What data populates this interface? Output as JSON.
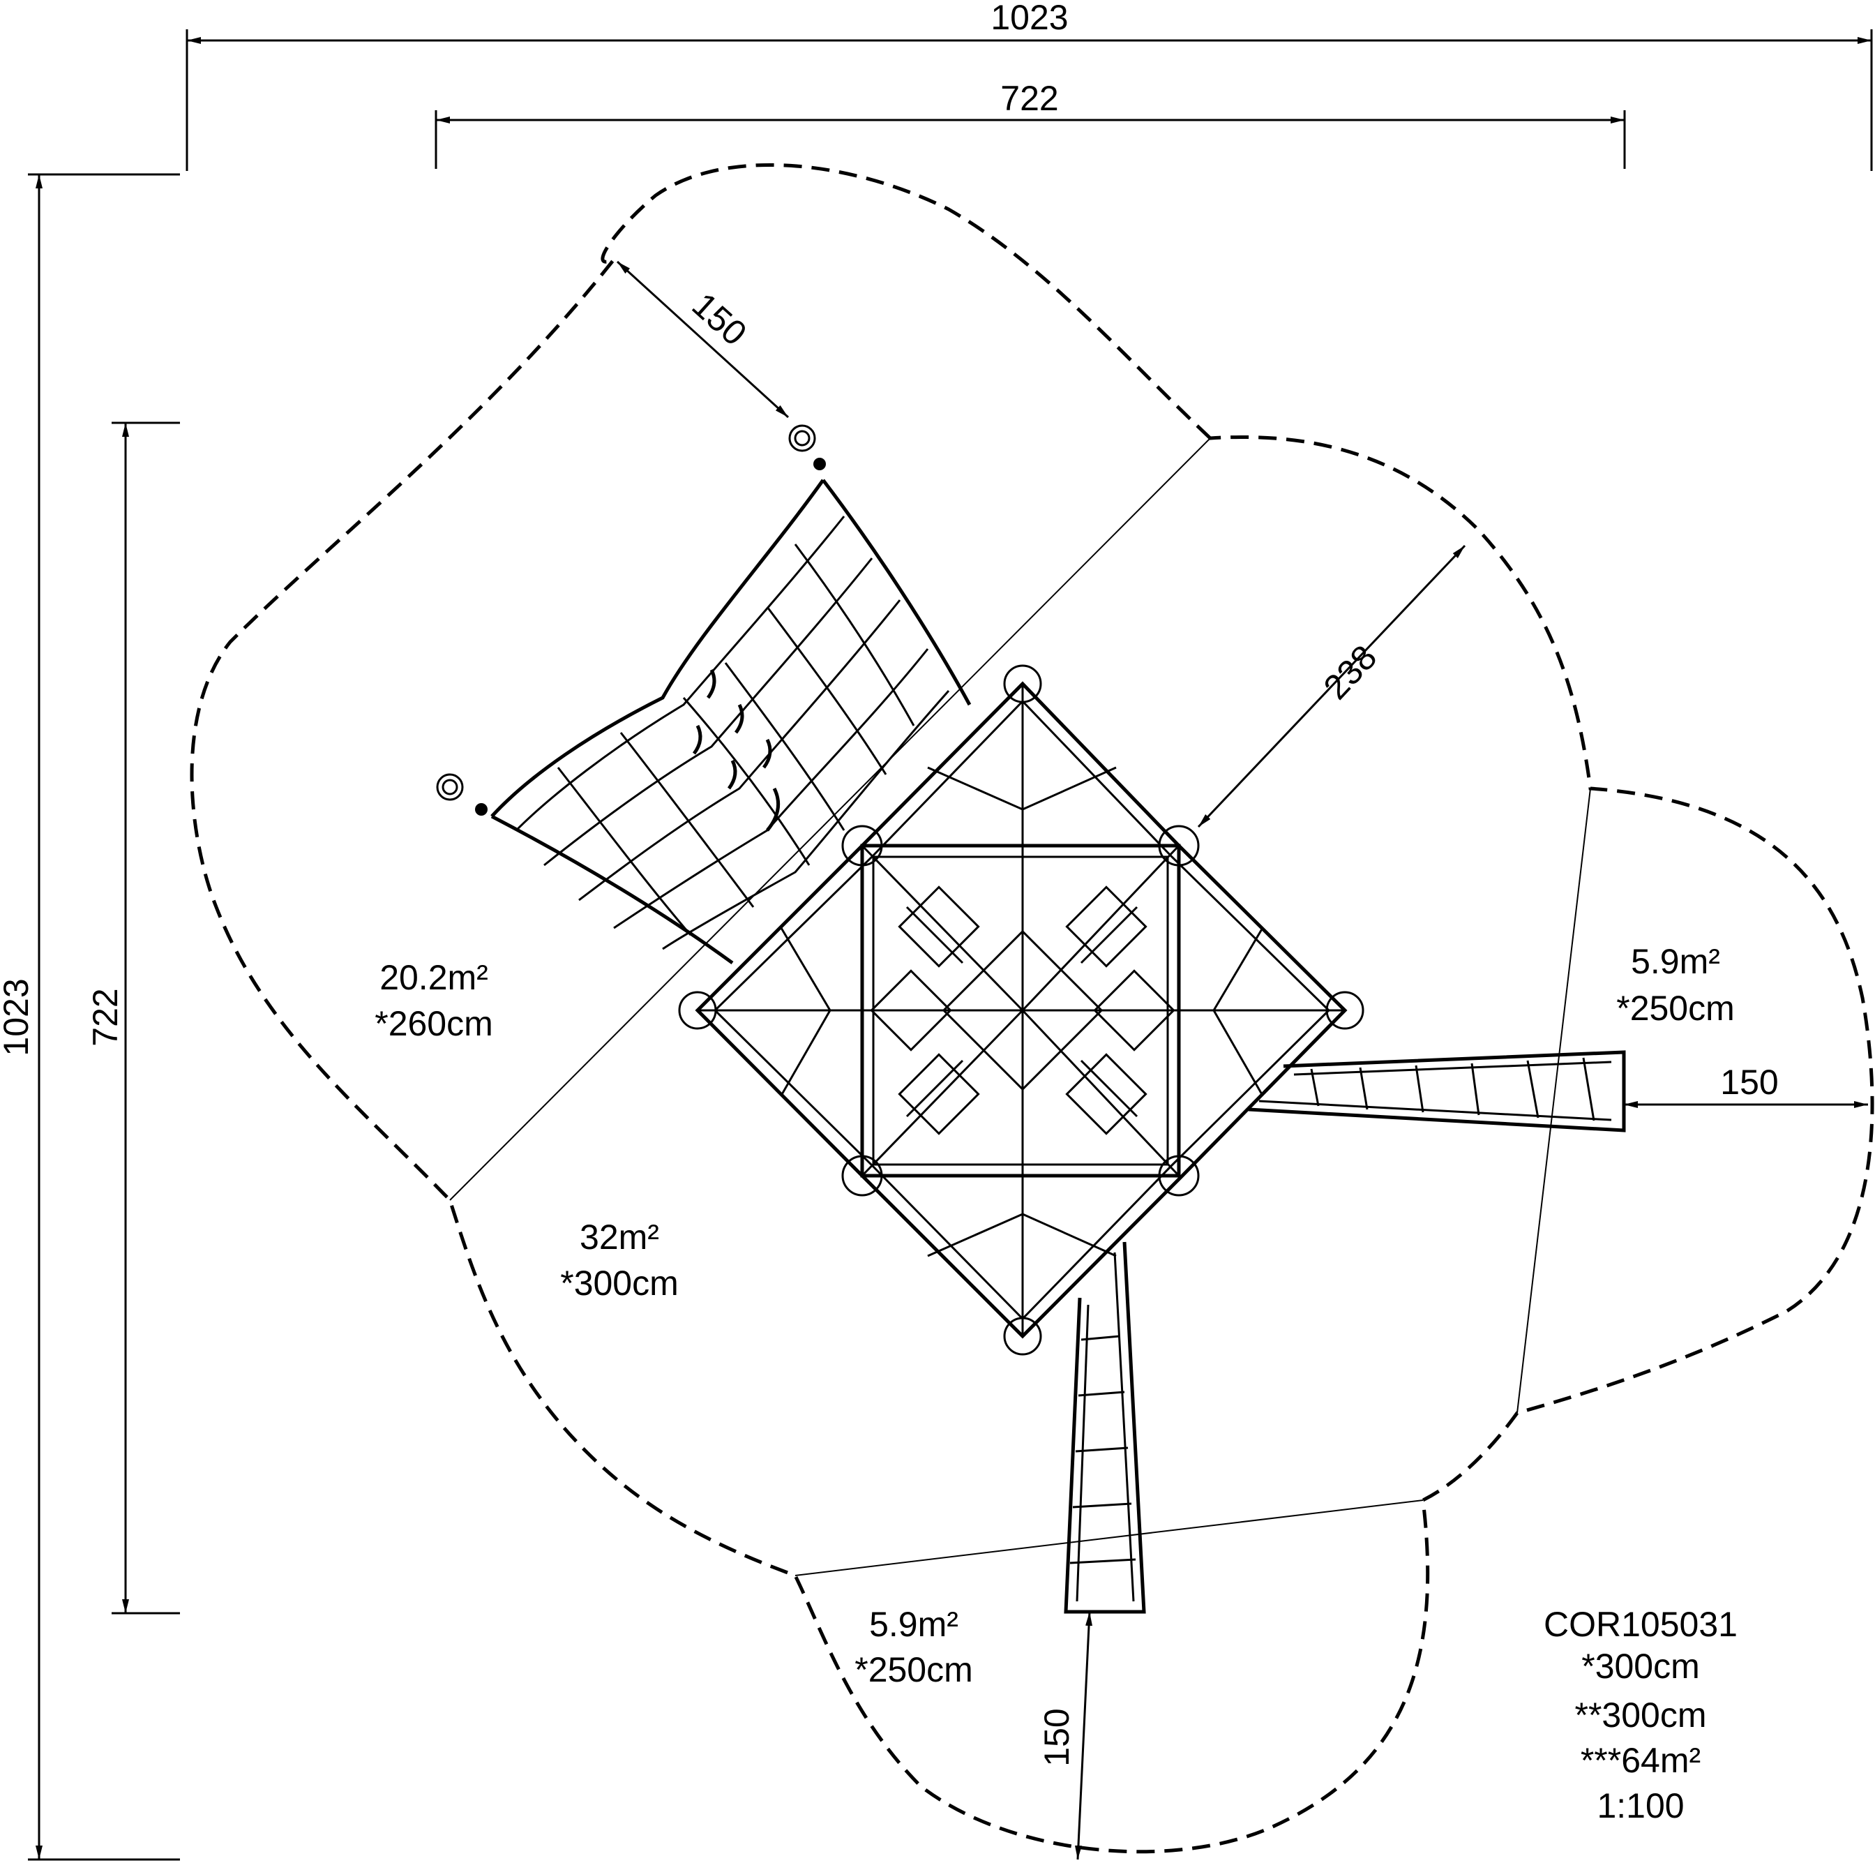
{
  "dimensions": {
    "total_width": "1023",
    "inner_width": "722",
    "total_height": "1023",
    "inner_height": "722",
    "net_clearance": "150",
    "platform_clearance": "238",
    "right_ladder_clearance": "150",
    "bottom_ladder_clearance": "150"
  },
  "areas": {
    "zone_left": {
      "area": "20.2m²",
      "height": "*260cm"
    },
    "zone_center": {
      "area": "32m²",
      "height": "*300cm"
    },
    "zone_right": {
      "area": "5.9m²",
      "height": "*250cm"
    },
    "zone_bottom": {
      "area": "5.9m²",
      "height": "*250cm"
    }
  },
  "info": {
    "code": "COR105031",
    "height1": "*300cm",
    "height2": "**300cm",
    "area_total": "***64m²",
    "scale": "1:100"
  }
}
